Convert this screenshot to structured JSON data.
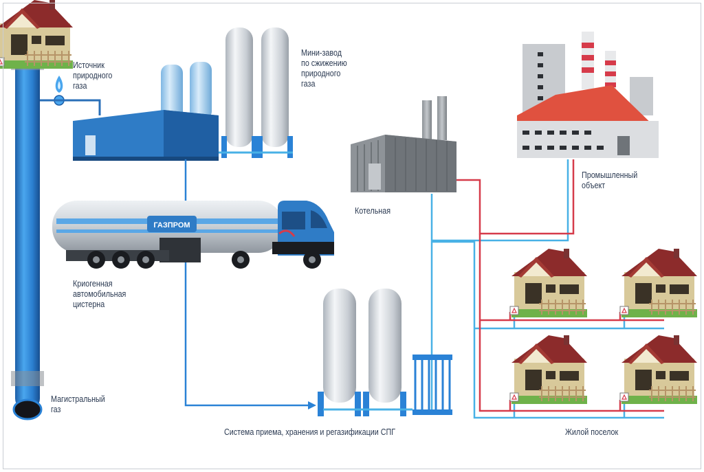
{
  "labels": {
    "gas_source": "Источник\nприродного\nгаза",
    "mini_plant": "Мини-завод\nпо сжижению\nприродного\nгаза",
    "boiler_house": "Котельная",
    "industrial": "Промышленный\nобъект",
    "cryo_tanker": "Криогенная\nавтомобильная\nцистерна",
    "main_gas": "Магистральный\nгаз",
    "lng_system": "Система приема, хранения и регазификации СПГ",
    "village": "Жилой поселок"
  },
  "truck_brand": "ГАЗПРОМ",
  "colors": {
    "pipe_blue": "#2a82d6",
    "pipe_dark": "#1a5fa8",
    "building_blue": "#2f7cc6",
    "line_blue": "#48b1e6",
    "line_red": "#d63b4a",
    "tank_silver": "#d9dde2",
    "roof_red": "#e0513f",
    "house_roof": "#8c2b2b",
    "label_text": "#2b3a52"
  }
}
